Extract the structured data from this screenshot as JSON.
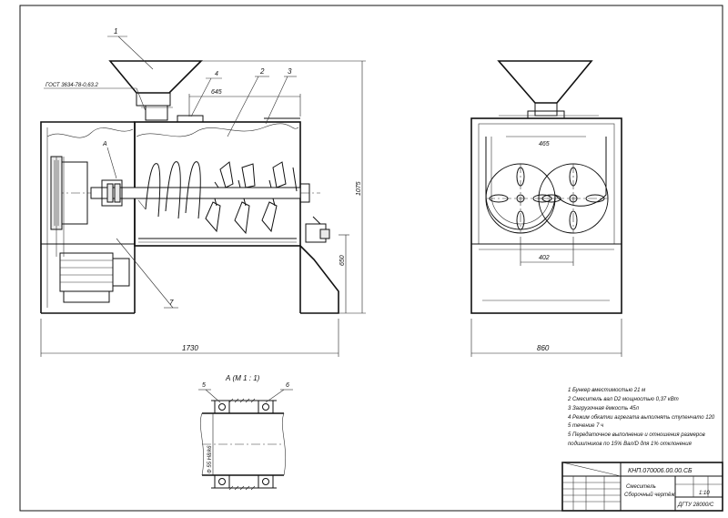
{
  "callouts": {
    "c1": "1",
    "c2": "2",
    "c3": "3",
    "c4": "4",
    "c5": "5",
    "c6": "6",
    "c7": "7",
    "gost": "ГОСТ 3634-78-0,63.2",
    "viewA": "A",
    "sectionTitle": "А (М 1 : 1)"
  },
  "dimensions": {
    "front_width": "1730",
    "front_height": "1075",
    "front_lower": "650",
    "top_span": "645",
    "side_width": "860",
    "side_top": "465",
    "side_center": "402",
    "bearing_dia": "Ф 55 Н8/k6"
  },
  "notes": [
    "1 Бункер вместимостью 21 м",
    "2 Смеситель вал D2 мощностью 0,37 кВт",
    "3 Загрузочная ёмкость 45л",
    "4 Режим обкатки агрегата выполнять ступенчато 120",
    "   5 течение 7 ч",
    "5 Передаточное выполнение и отношения размеров",
    "   подшипников по 15% Вал/D  для 1% отклонения"
  ],
  "titleBlock": {
    "code": "КНП.070006.00.00.СБ",
    "name1": "Смеситель",
    "name2": "Сборочный чертёж",
    "sheetNote": "ДГТУ 28000/С",
    "scale": "1:10"
  }
}
